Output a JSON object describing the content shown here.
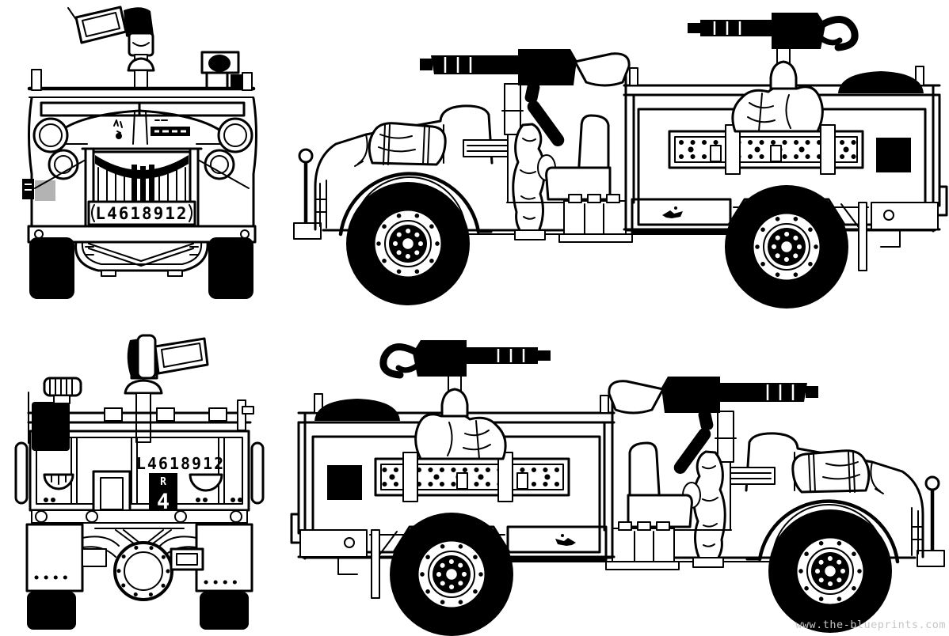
{
  "colors": {
    "ink": "#000000",
    "paper": "#ffffff",
    "watermark": "#c6c6c6",
    "formation_patch": "#b3b3b3"
  },
  "watermark": {
    "text": "www.the-blueprints.com"
  },
  "markings": {
    "front_license_plate": "L4618912",
    "rear_license_plate": "L4618912",
    "rear_unit_letter": "R",
    "rear_unit_number": "4"
  }
}
